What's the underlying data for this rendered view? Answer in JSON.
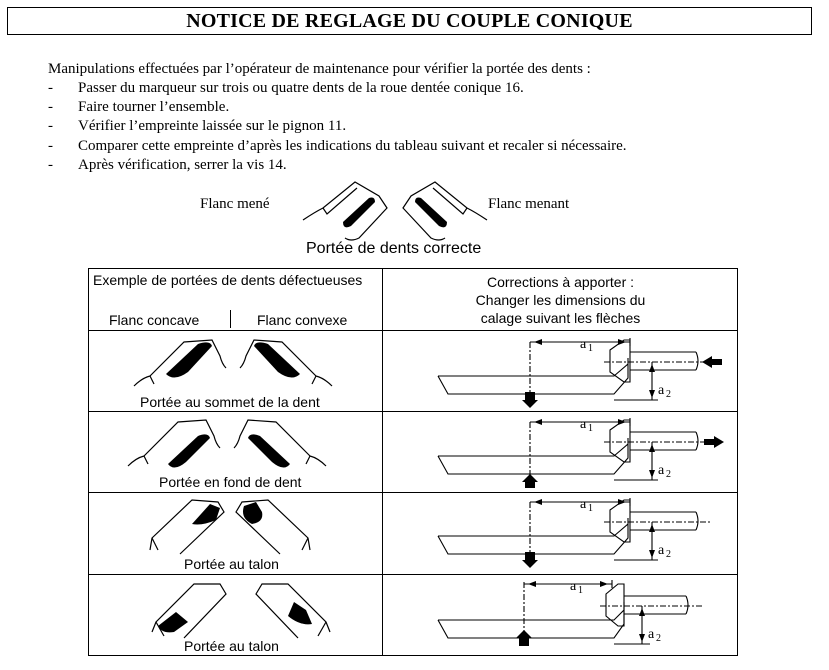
{
  "title": "NOTICE DE REGLAGE DU COUPLE CONIQUE",
  "intro": "Manipulations effectuées par l’opérateur de maintenance pour vérifier la portée des dents :",
  "steps": [
    "Passer du marqueur sur trois ou quatre dents de la roue dentée conique 16.",
    "Faire tourner l’ensemble.",
    "Vérifier l’empreinte laissée sur le pignon 11.",
    "Comparer cette empreinte d’après les indications du tableau suivant et recaler si nécessaire.",
    "Après vérification, serrer la vis 14."
  ],
  "step_marker": "-",
  "diagram": {
    "left_label": "Flanc mené",
    "right_label": "Flanc menant",
    "caption": "Portée de dents correcte"
  },
  "table": {
    "left_header": "Exemple de portées de dents défectueuses",
    "sub_left": "Flanc concave",
    "sub_right": "Flanc convexe",
    "right_header_lines": [
      "Corrections à apporter :",
      "Changer les dimensions du",
      "calage suivant les flèches"
    ],
    "dim_a1": "a",
    "dim_a1_sub": "1",
    "dim_a2": "a",
    "dim_a2_sub": "2",
    "rows": [
      {
        "caption": "Portée au sommet de la dent"
      },
      {
        "caption": "Portée en fond de dent"
      },
      {
        "caption": "Portée au talon"
      },
      {
        "caption": "Portée au talon"
      }
    ]
  }
}
